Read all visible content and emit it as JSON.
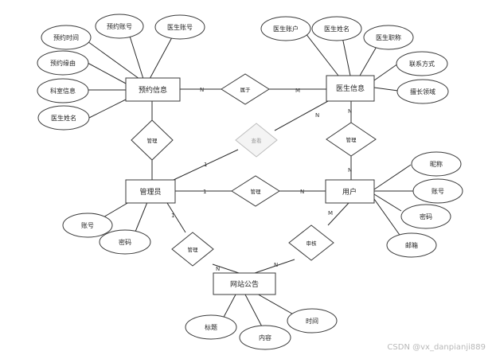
{
  "entities": {
    "appointment": "预约信息",
    "doctor": "医生信息",
    "admin": "管理员",
    "user": "用户",
    "notice": "网站公告"
  },
  "attributes": {
    "appointment": [
      "预约时间",
      "预约账号",
      "医生账号",
      "预约缘由",
      "科室信息",
      "医生姓名"
    ],
    "doctor": [
      "医生账户",
      "医生姓名",
      "医生职称",
      "联系方式",
      "擅长领域"
    ],
    "admin": [
      "账号",
      "密码"
    ],
    "user": [
      "昵称",
      "账号",
      "密码",
      "邮箱"
    ],
    "notice": [
      "标题",
      "内容",
      "时间"
    ]
  },
  "relationships": {
    "belongs": "属于",
    "manage_appt": "管理",
    "manage_doctor": "管理",
    "manage_user": "管理",
    "manage_notice": "管理",
    "view": "查看",
    "approve": "审核"
  },
  "cardinalities": {
    "appt_belongs": "N",
    "doctor_belongs": "M",
    "doctor_manage": "N",
    "user_manage": "N",
    "admin_approve": "1",
    "doctor_approve": "N",
    "admin_manage_user": "1",
    "user_manage_admin": "N",
    "admin_notice": "1",
    "notice_admin": "N",
    "notice_user": "N",
    "user_notice": "M"
  },
  "watermark": "CSDN @vx_danpianji889"
}
